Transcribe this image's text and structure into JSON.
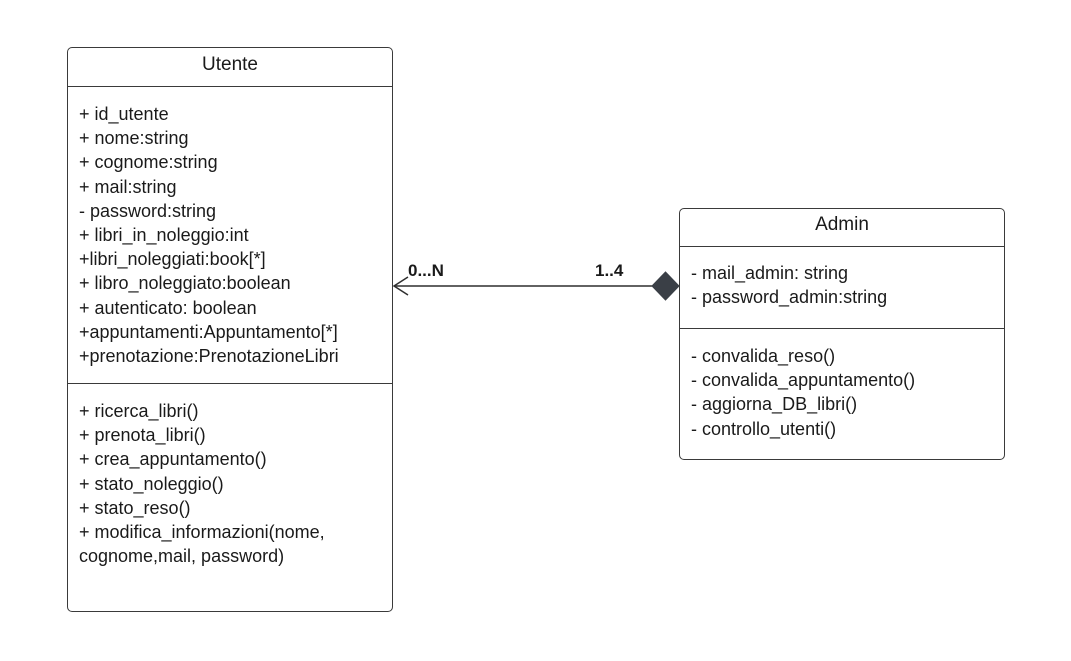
{
  "utente": {
    "name": "Utente",
    "attributes": [
      "+ id_utente",
      "+ nome:string",
      "+ cognome:string",
      "+ mail:string",
      "- password:string",
      "+ libri_in_noleggio:int",
      "+libri_noleggiati:book[*]",
      "+ libro_noleggiato:boolean",
      "+ autenticato: boolean",
      "+appuntamenti:Appuntamento[*]",
      "+prenotazione:PrenotazioneLibri"
    ],
    "operations": [
      "+ ricerca_libri()",
      "+ prenota_libri()",
      "+ crea_appuntamento()",
      "+ stato_noleggio()",
      "+ stato_reso()",
      "+ modifica_informazioni(nome, cognome,mail, password)"
    ]
  },
  "admin": {
    "name": "Admin",
    "attributes": [
      "- mail_admin: string",
      "- password_admin:string"
    ],
    "operations": [
      "- convalida_reso()",
      "- convalida_appuntamento()",
      "- aggiorna_DB_libri()",
      "- controllo_utenti()"
    ]
  },
  "association": {
    "type": "composition",
    "utente_multiplicity": "0...N",
    "admin_multiplicity": "1..4"
  }
}
